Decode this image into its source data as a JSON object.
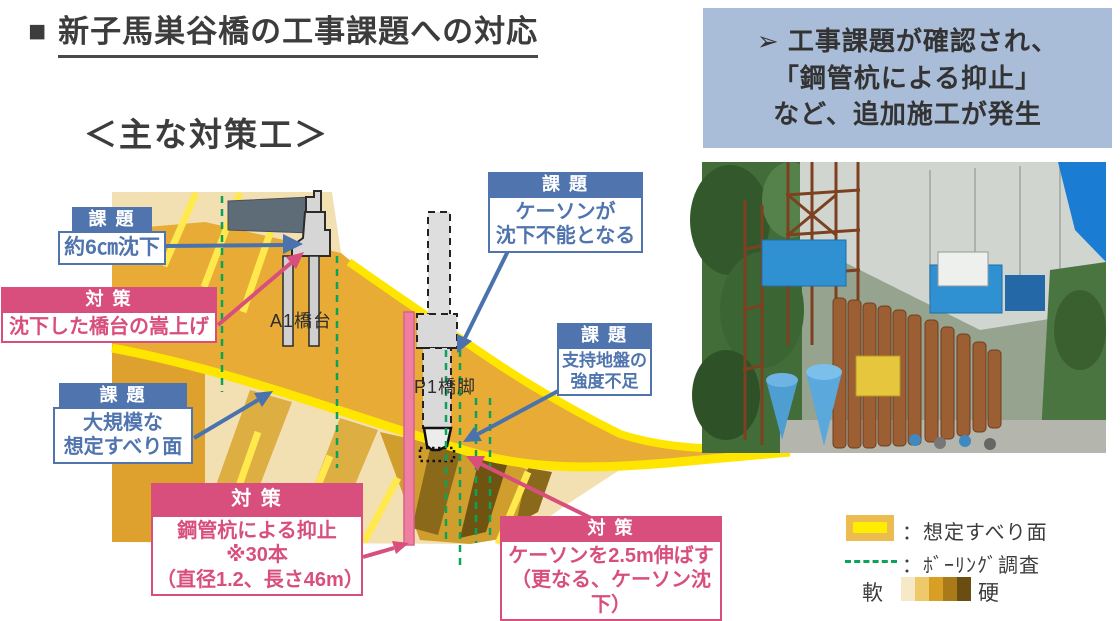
{
  "title": {
    "bullet": "■",
    "text": "新子馬巣谷橋の工事課題への対応"
  },
  "subtitle": "＜主な対策工＞",
  "info_box": {
    "bullet": "➢",
    "lines": [
      "工事課題が確認され、",
      "「鋼管杭による抑止」",
      "など、追加施工が発生"
    ],
    "bg_color": "#a9bcd8"
  },
  "diagram": {
    "structure_labels": {
      "a1": "A1橋台",
      "p1": "P1橋脚"
    },
    "callouts": {
      "issue_settlement": {
        "header": "課 題",
        "lines": [
          "約6㎝沈下"
        ]
      },
      "measure_raise": {
        "header": "対 策",
        "lines": [
          "沈下した橋台の嵩上げ"
        ]
      },
      "issue_slip": {
        "header": "課 題",
        "lines": [
          "大規模な",
          "想定すべり面"
        ]
      },
      "issue_caisson": {
        "header": "課 題",
        "lines": [
          "ケーソンが",
          "沈下不能となる"
        ]
      },
      "issue_ground": {
        "header": "課 題",
        "lines": [
          "支持地盤の",
          "強度不足"
        ]
      },
      "measure_piles": {
        "header": "対 策",
        "lines": [
          "鋼管杭による抑止",
          "※30本",
          "（直径1.2、長さ46m）"
        ]
      },
      "measure_caisson": {
        "header": "対 策",
        "lines": [
          "ケーソンを2.5m伸ばす",
          "（更なる、ケーソン沈下）"
        ]
      }
    },
    "colors": {
      "issue": "#4f74ae",
      "measure": "#d84f7e",
      "slip_surface": "#ffe600",
      "boring": "#0aa35a",
      "steel_pipe_pile": "#ee7fa0"
    }
  },
  "legend": {
    "slip_surface_label": "：想定すべり面",
    "boring_label": "：ﾎﾞｰﾘﾝｸﾞ調査",
    "hardness": {
      "soft": "軟",
      "hard": "硬",
      "colors": [
        "#f5e9c8",
        "#eec969",
        "#d89f24",
        "#a87a1a",
        "#6a4d10"
      ]
    }
  }
}
